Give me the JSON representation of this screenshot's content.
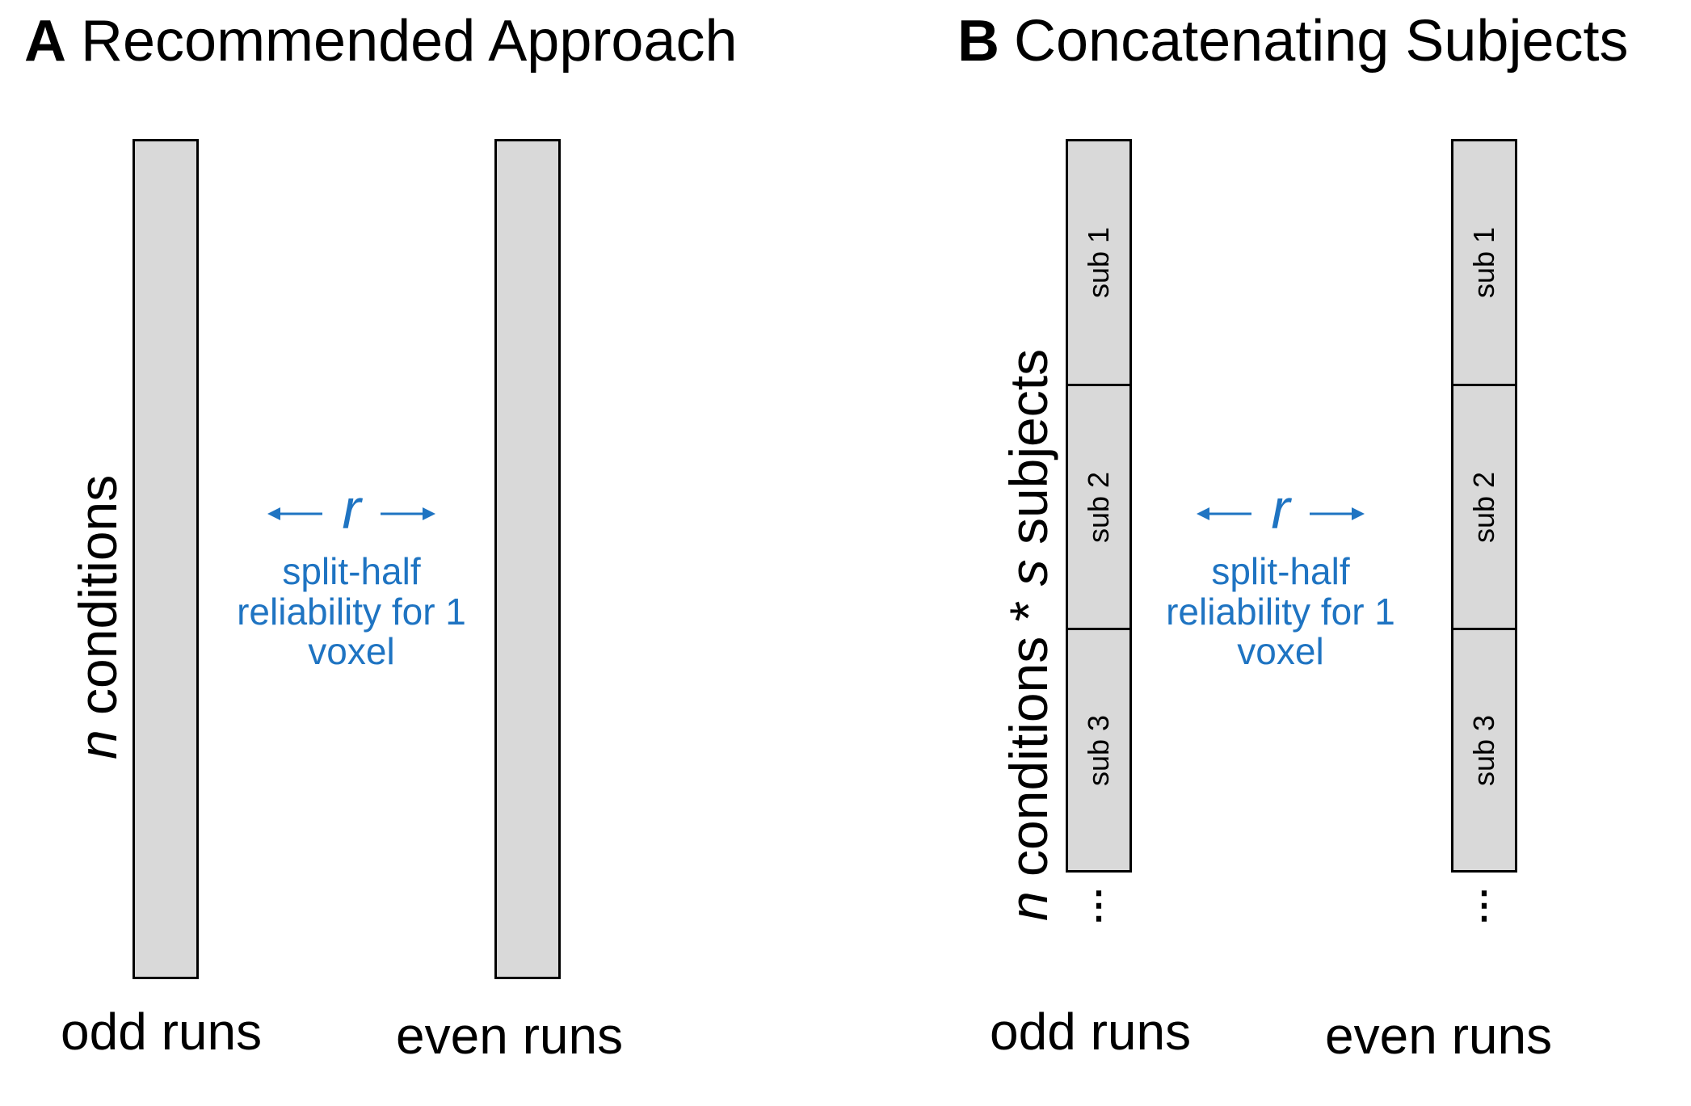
{
  "panel_a": {
    "letter": "A",
    "title": "Recommended Approach",
    "axis_italic": "n",
    "axis_rest": " conditions",
    "r_symbol": "r",
    "reliability": [
      "split-half",
      "reliability for 1",
      "voxel"
    ],
    "left_label": "odd runs",
    "right_label": "even runs"
  },
  "panel_b": {
    "letter": "B",
    "title": "Concatenating Subjects",
    "axis_italic_1": "n",
    "axis_middle": " conditions * ",
    "axis_italic_2": "s",
    "axis_end": " subjects",
    "segments": [
      "sub 1",
      "sub 2",
      "sub 3"
    ],
    "ellipsis": "⋮",
    "r_symbol": "r",
    "reliability": [
      "split-half",
      "reliability for 1",
      "voxel"
    ],
    "left_label": "odd runs",
    "right_label": "even runs"
  },
  "colors": {
    "accent": "#1f74c2",
    "bar_fill": "#d9d9d9"
  }
}
